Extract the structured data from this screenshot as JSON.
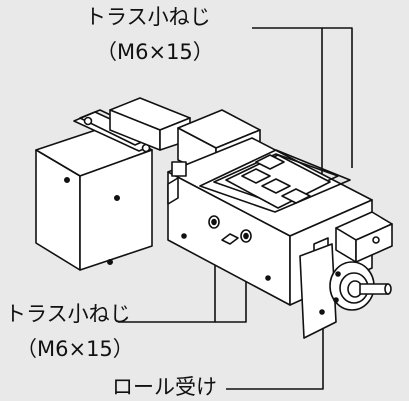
{
  "labels": {
    "top_screw": "トラス小ねじ",
    "top_screw_size": "（M6×15）",
    "mid_screw": "トラス小ねじ",
    "mid_screw_size": "（M6×15）",
    "roll_holder": "ロール受け"
  },
  "colors": {
    "background": "#e9e9e9",
    "line": "#111111",
    "fill": "#ffffff"
  }
}
